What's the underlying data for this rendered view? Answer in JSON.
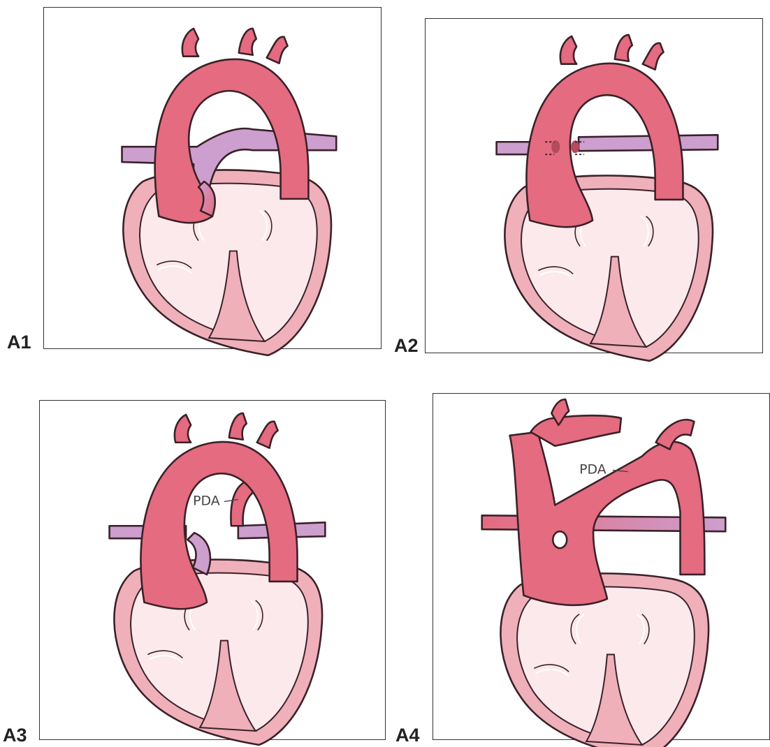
{
  "panels": [
    {
      "id": "A1",
      "label": "A1"
    },
    {
      "id": "A2",
      "label": "A2"
    },
    {
      "id": "A3",
      "label": "A3",
      "annotation": "PDA"
    },
    {
      "id": "A4",
      "label": "A4",
      "annotation": "PDA"
    }
  ],
  "colors": {
    "artery": "#e46b80",
    "vein": "#cc9fcf",
    "heart_wall": "#efb0ba",
    "heart_chamber": "#fbe9ec",
    "outline": "#3a2128",
    "panel_border": "#333333",
    "label": "#222222"
  }
}
